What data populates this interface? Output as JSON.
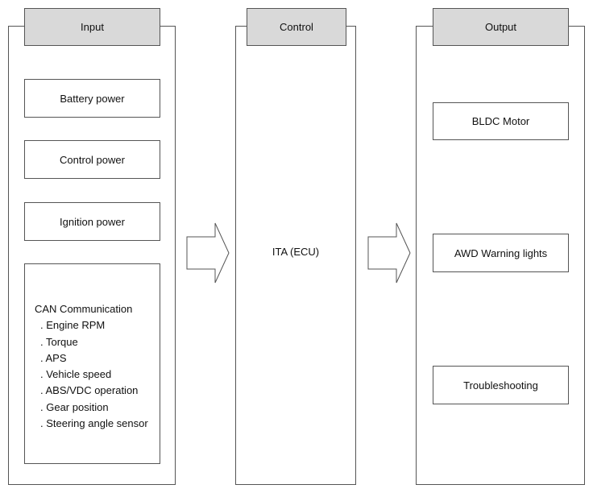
{
  "input": {
    "title": "Input",
    "boxes": [
      "Battery power",
      "Control power",
      "Ignition power"
    ],
    "can": {
      "title": "CAN Communication",
      "items": [
        ". Engine RPM",
        ". Torque",
        ". APS",
        ". Vehicle speed",
        ". ABS/VDC operation",
        ". Gear position",
        ". Steering angle sensor"
      ]
    }
  },
  "control": {
    "title": "Control",
    "unit": "ITA (ECU)"
  },
  "output": {
    "title": "Output",
    "boxes": [
      "BLDC Motor",
      "AWD Warning lights",
      "Troubleshooting"
    ]
  }
}
